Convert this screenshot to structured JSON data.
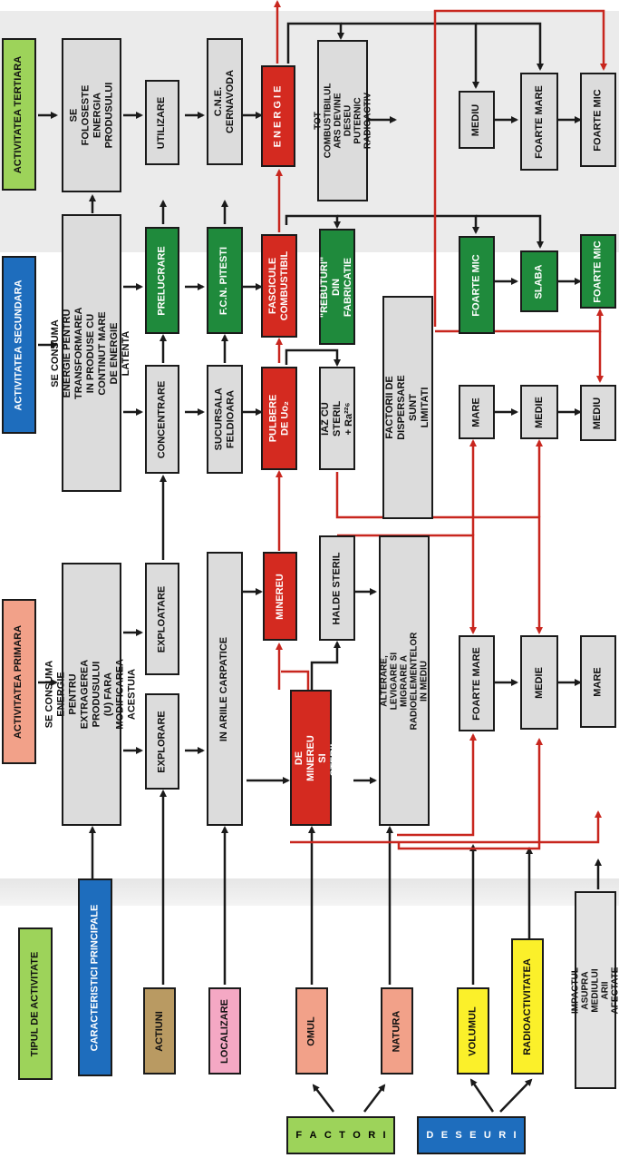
{
  "columns": {
    "tertiary": "ACTIVITATEA TERTIARA",
    "secondary": "ACTIVITATEA SECUNDARA",
    "primary": "ACTIVITATEA PRIMARA",
    "type": "TIPUL DE ACTIVITATE"
  },
  "rows": {
    "characteristics": "CARACTERISTICI PRINCIPALE",
    "actions": "ACTIUNI",
    "localization": "LOCALIZARE",
    "man": "OMUL",
    "nature": "NATURA",
    "volume": "VOLUMUL",
    "radioactivity": "RADIOACTIVITATEA",
    "impact": "IMPACTUL ASUPRA MEDIULUI ARII AFECTATE"
  },
  "factors": [
    "F",
    "A",
    "C",
    "T",
    "O",
    "R",
    "I"
  ],
  "waste": [
    "D",
    "E",
    "S",
    "E",
    "U",
    "R",
    "I"
  ],
  "characteristics": {
    "tertiary": "SE FOLOSESTE ENERGIA PRODUSULUI",
    "secondary": "SE CONSUMA ENERGIE PENTRU TRANSFORMAREA IN PRODUSE CU CONTINUT MARE DE ENERGIE LATENTA",
    "primary": "SE CONSUMA ENERGIE PENTRU EXTRAGEREA PRODUSULUI (U) FARA MODIFICAREA ACESTUIA"
  },
  "actions": {
    "utilizare": "UTILIZARE",
    "prelucrare": "PRELUCRARE",
    "concentrare": "CONCENTRARE",
    "exploatare": "EXPLOATARE",
    "explorare": "EXPLORARE"
  },
  "locations": {
    "cne": "C.N.E. CERNAVODA",
    "fcn": "F.C.N. PITESTI",
    "sucursala": "SUCURSALA FELDIOARA",
    "carpatice": "IN ARIILE CARPATICE"
  },
  "man": {
    "energie": "E N E R G I E",
    "fascicule": "FASCICULE COMBUSTIBIL",
    "pulbere": "PULBERE DE Uo₂",
    "minereu": "MINEREU",
    "halda": "HALDA DE MINEREU SI STERIL"
  },
  "nature": {
    "tot": "TOT COMBUSTIBILUL ARS DEVINE DESEU PUTERNIC RADIOACTIV",
    "rebuturi": "\"REBUTURI\" DIN FABRICATIE",
    "iaz": "IAZ CU STERIL + Ra²²⁶",
    "halde": "HALDE STERIL",
    "alterare": "ALTERARE, LEVIGARE SI MIGRARE A RADIOELEMENTELOR IN MEDIU",
    "factorii": "FACTORII DE DISPERSARE SUNT LIMITATI"
  },
  "volume": {
    "t": "MEDIU",
    "s1": "FOARTE MIC",
    "s2": "MARE",
    "p": "FOARTE MARE"
  },
  "radioactivity": {
    "t": "FOARTE MARE",
    "s1": "SLABA",
    "s2": "MEDIE",
    "p": "MEDIE"
  },
  "impact": {
    "t": "FOARTE MIC",
    "s1": "FOARTE MIC",
    "s2": "MEDIU",
    "p": "MARE"
  },
  "colors": {
    "red": "#d42a20",
    "green": "#1f8a3c",
    "blue": "#1e6dbd",
    "light_green": "#9dd35a",
    "band": "#e9e9e9"
  }
}
